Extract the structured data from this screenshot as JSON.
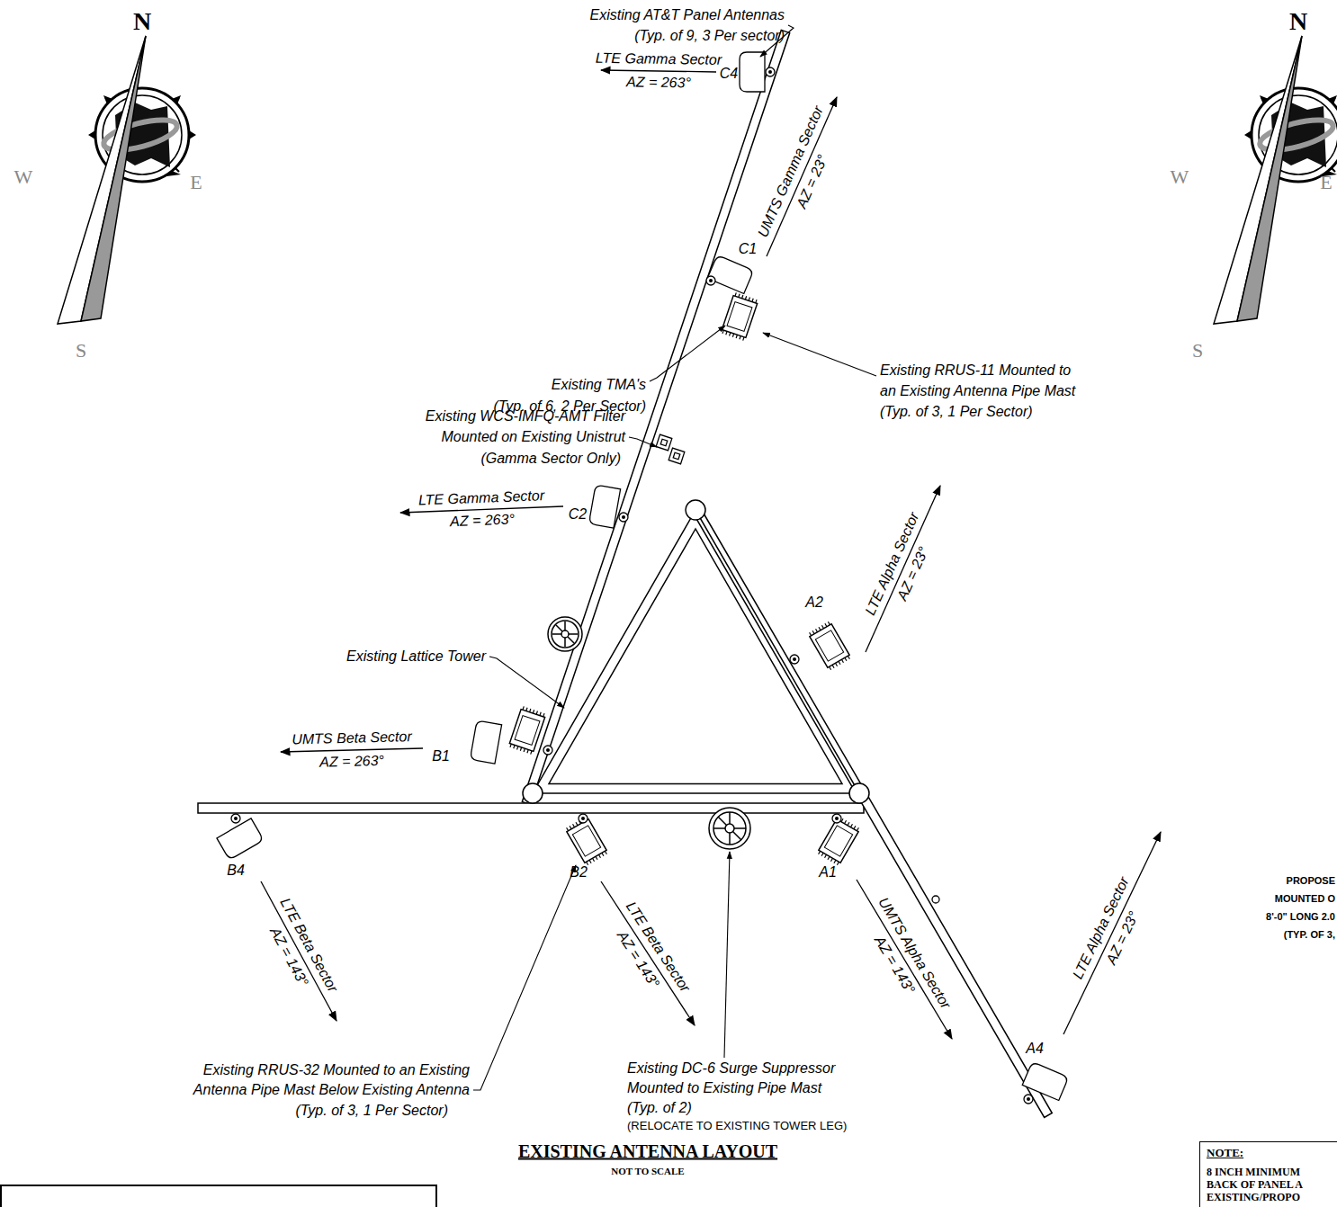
{
  "diagram": {
    "title": "EXISTING ANTENNA LAYOUT",
    "caption": "NOT TO SCALE",
    "nodes": [
      {
        "text": [
          "NOTE:",
          "8 INCH MINIMUM BACK OF PANEL A EXISTING/PROPO"
        ]
      }
    ],
    "labels": [
      "N",
      "W",
      "E",
      "S",
      "N",
      "W",
      "E",
      "S",
      "Existing AT&T Panel Antennas",
      "(Typ. of 9, 3 Per sector)",
      "LTE Gamma Sector",
      "AZ = 263°",
      "C4",
      "UMTS Gamma Sector",
      "AZ = 23°",
      "Existing TMA's",
      "(Typ. of 6, 2 Per Sector)",
      "Existing RRUS-11 Mounted to",
      "an Existing Antenna Pipe Mast",
      "(Typ. of 3, 1 Per Sector)",
      "C1",
      "Existing WCS-IMFQ-AMT Filter",
      "Mounted on Existing Unistrut",
      "(Gamma Sector Only)",
      "LTE Alpha Sector",
      "AZ = 23°",
      "LTE Gamma Sector",
      "AZ = 263°",
      "C2",
      "A2",
      "Existing Lattice Tower",
      "UMTS Beta Sector",
      "AZ = 263°",
      "B1",
      "B4",
      "B2",
      "A1",
      "LTE Beta Sector",
      "AZ = 143°",
      "LTE Beta Sector",
      "AZ = 143°",
      "UMTS Alpha Sector",
      "AZ = 143°",
      "LTE Alpha Sector",
      "AZ = 23°",
      "A4",
      "PROPOSE",
      "MOUNTED O",
      "8'-0\" LONG 2.0",
      "(TYP. OF 3,",
      "Existing RRUS-32 Mounted to an Existing",
      "Antenna Pipe Mast Below Existing Antenna",
      "(Typ. of 3, 1 Per Sector)",
      "Existing DC-6 Surge Suppressor",
      "Mounted to Existing Pipe Mast",
      "(Typ. of 2)",
      "(RELOCATE TO EXISTING TOWER LEG)"
    ]
  }
}
